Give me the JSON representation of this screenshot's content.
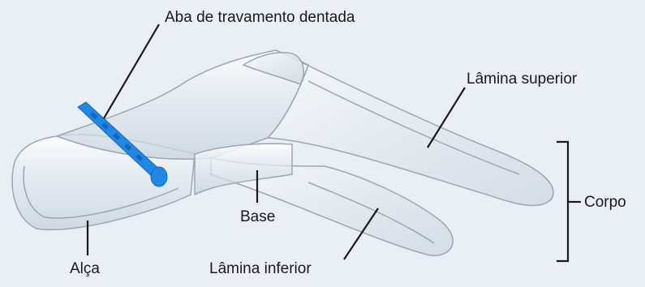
{
  "labels": {
    "locking_tab": "Aba de travamento dentada",
    "upper_blade": "Lâmina superior",
    "body": "Corpo",
    "base": "Base",
    "handle": "Alça",
    "lower_blade": "Lâmina inferior"
  },
  "colors": {
    "background": "#e9eff5",
    "tab": "#1e88e5",
    "tab_shadow": "#1565c0",
    "outline": "#9aa7b4",
    "leader_line": "#1a1a1a"
  },
  "icons": {
    "speculum": "vaginal-speculum-illustration"
  }
}
